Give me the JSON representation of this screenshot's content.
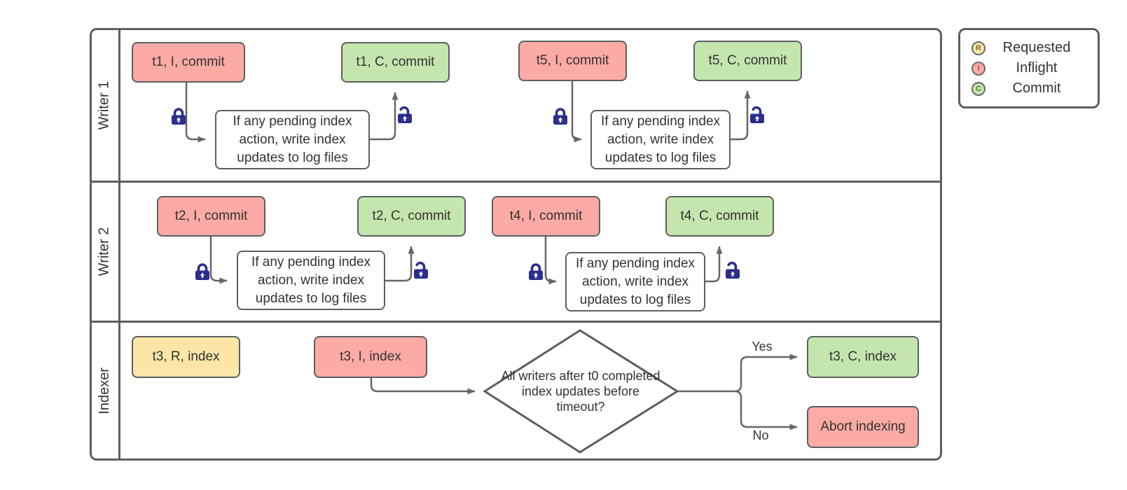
{
  "legend": {
    "items": [
      {
        "symbol": "R",
        "label": "Requested",
        "fill": "#fbe6a7"
      },
      {
        "symbol": "I",
        "label": "Inflight",
        "fill": "#fcaaa5"
      },
      {
        "symbol": "C",
        "label": "Commit",
        "fill": "#c5e5ae"
      }
    ]
  },
  "lanes": [
    {
      "label": "Writer 1"
    },
    {
      "label": "Writer 2"
    },
    {
      "label": "Indexer"
    }
  ],
  "flows": [
    {
      "inflight": "t1, I, commit",
      "process": "If any pending index action, write index updates to log files",
      "commit": "t1, C, commit"
    },
    {
      "inflight": "t5, I, commit",
      "process": "If any pending index action, write index updates to log files",
      "commit": "t5, C, commit"
    },
    {
      "inflight": "t2, I, commit",
      "process": "If any pending index action, write index updates to log files",
      "commit": "t2, C, commit"
    },
    {
      "inflight": "t4, I, commit",
      "process": "If any pending index action, write index updates to log files",
      "commit": "t4, C, commit"
    }
  ],
  "indexer": {
    "requested": "t3, R, index",
    "inflight": "t3, I, index",
    "decision": "All writers after t0 completed index updates before timeout?",
    "yes_label": "Yes",
    "no_label": "No",
    "commit": "t3, C, index",
    "abort": "Abort indexing"
  },
  "colors": {
    "requested_fill": "#fbe6a7",
    "inflight_fill": "#fcaaa5",
    "commit_fill": "#c5e5ae",
    "shape_stroke": "#5c5f61",
    "line": "#666666",
    "lock": "#2b2e8c",
    "text": "#333333"
  }
}
